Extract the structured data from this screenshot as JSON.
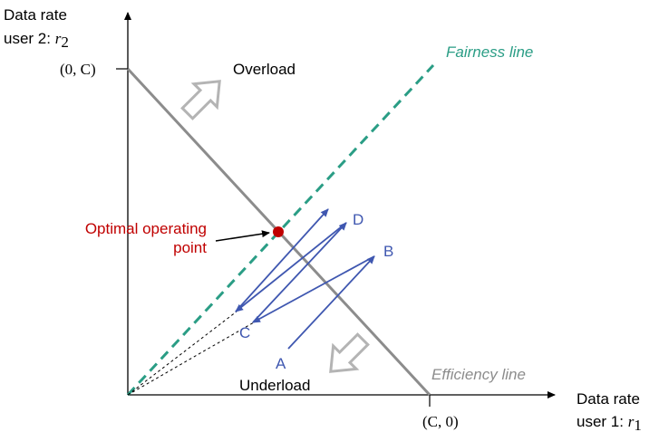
{
  "axes": {
    "y_label_line1": "Data rate",
    "y_label_line2": "user 2: ",
    "y_label_var": "r",
    "y_label_sub": "2",
    "x_label_line1": "Data rate",
    "x_label_line2": "user 1: ",
    "x_label_var": "r",
    "x_label_sub": "1",
    "y_tick": "(0, C)",
    "x_tick": "(C, 0)"
  },
  "labels": {
    "fairness_line": "Fairness line",
    "efficiency_line": "Efficiency line",
    "overload": "Overload",
    "underload": "Underload",
    "optimal_line1": "Optimal operating",
    "optimal_line2": "point"
  },
  "points": {
    "A": "A",
    "B": "B",
    "C": "C",
    "D": "D"
  },
  "colors": {
    "fairness": "#2a9d85",
    "efficiency": "#8c8c8c",
    "optimal": "#c00000",
    "trajectory": "#3f57b0",
    "axis": "#000000"
  }
}
